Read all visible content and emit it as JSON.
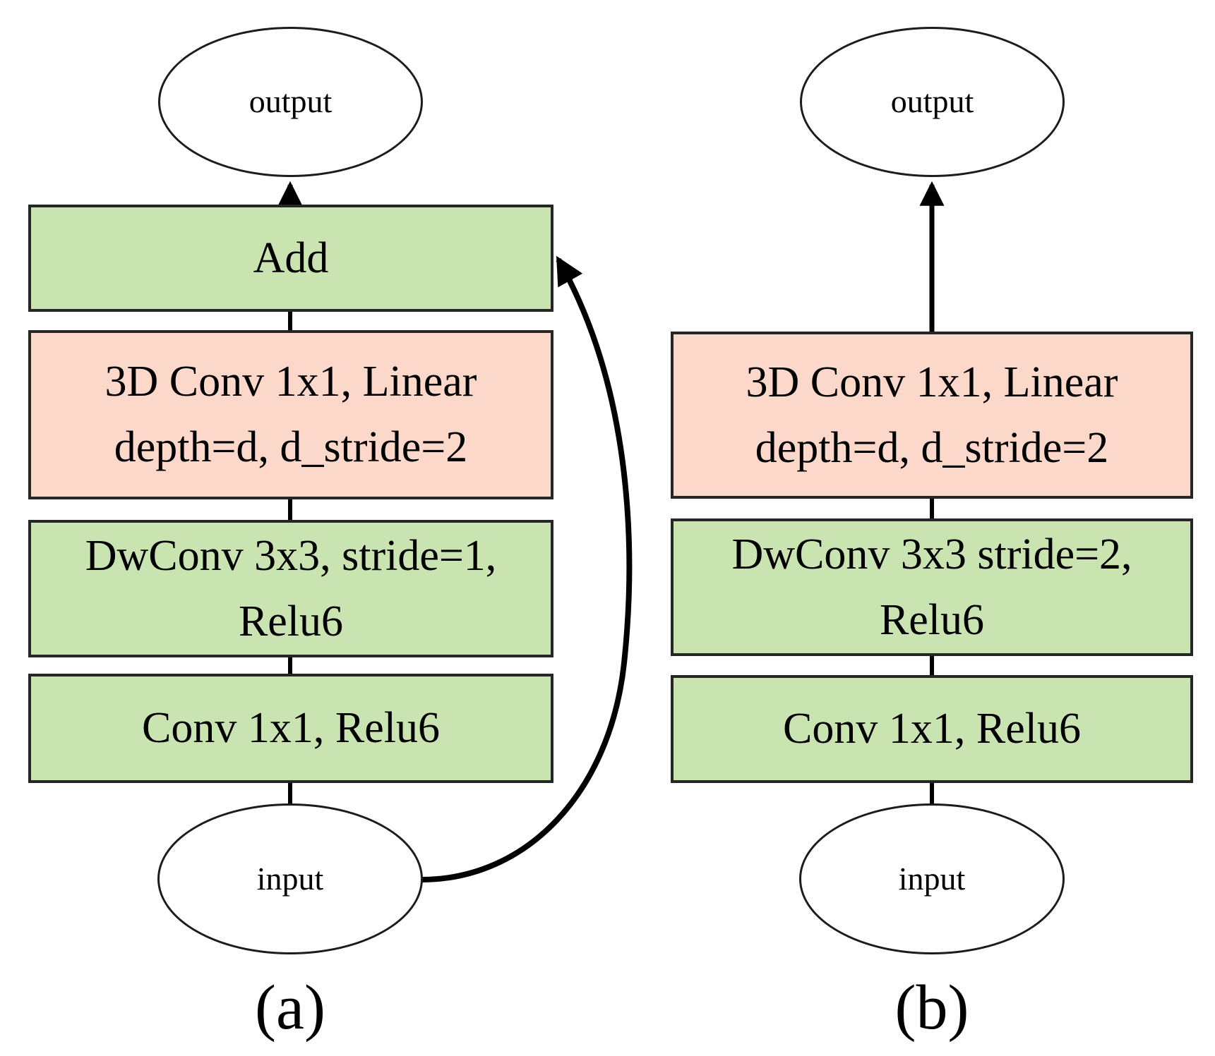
{
  "figure": {
    "type": "neural-network-block-diagram",
    "colors": {
      "box_green": "#c9e3b1",
      "box_pink": "#fbd8c9",
      "box_border": "#262626",
      "node_border": "#1c1c1c",
      "node_fill": "#ffffff",
      "wire": "#000000",
      "background": "#ffffff"
    }
  },
  "diagram_a": {
    "caption": "(a)",
    "output_label": "output",
    "add_label": "Add",
    "conv3d_line1": "3D Conv 1x1, Linear",
    "conv3d_line2": "depth=d, d_stride=2",
    "dwconv_line1": "DwConv 3x3, stride=1,",
    "dwconv_line2": "Relu6",
    "conv1x1_label": "Conv 1x1, Relu6",
    "input_label": "input"
  },
  "diagram_b": {
    "caption": "(b)",
    "output_label": "output",
    "conv3d_line1": "3D Conv 1x1, Linear",
    "conv3d_line2": "depth=d, d_stride=2",
    "dwconv_line1": "DwConv 3x3 stride=2,",
    "dwconv_line2": "Relu6",
    "conv1x1_label": "Conv 1x1, Relu6",
    "input_label": "input"
  }
}
